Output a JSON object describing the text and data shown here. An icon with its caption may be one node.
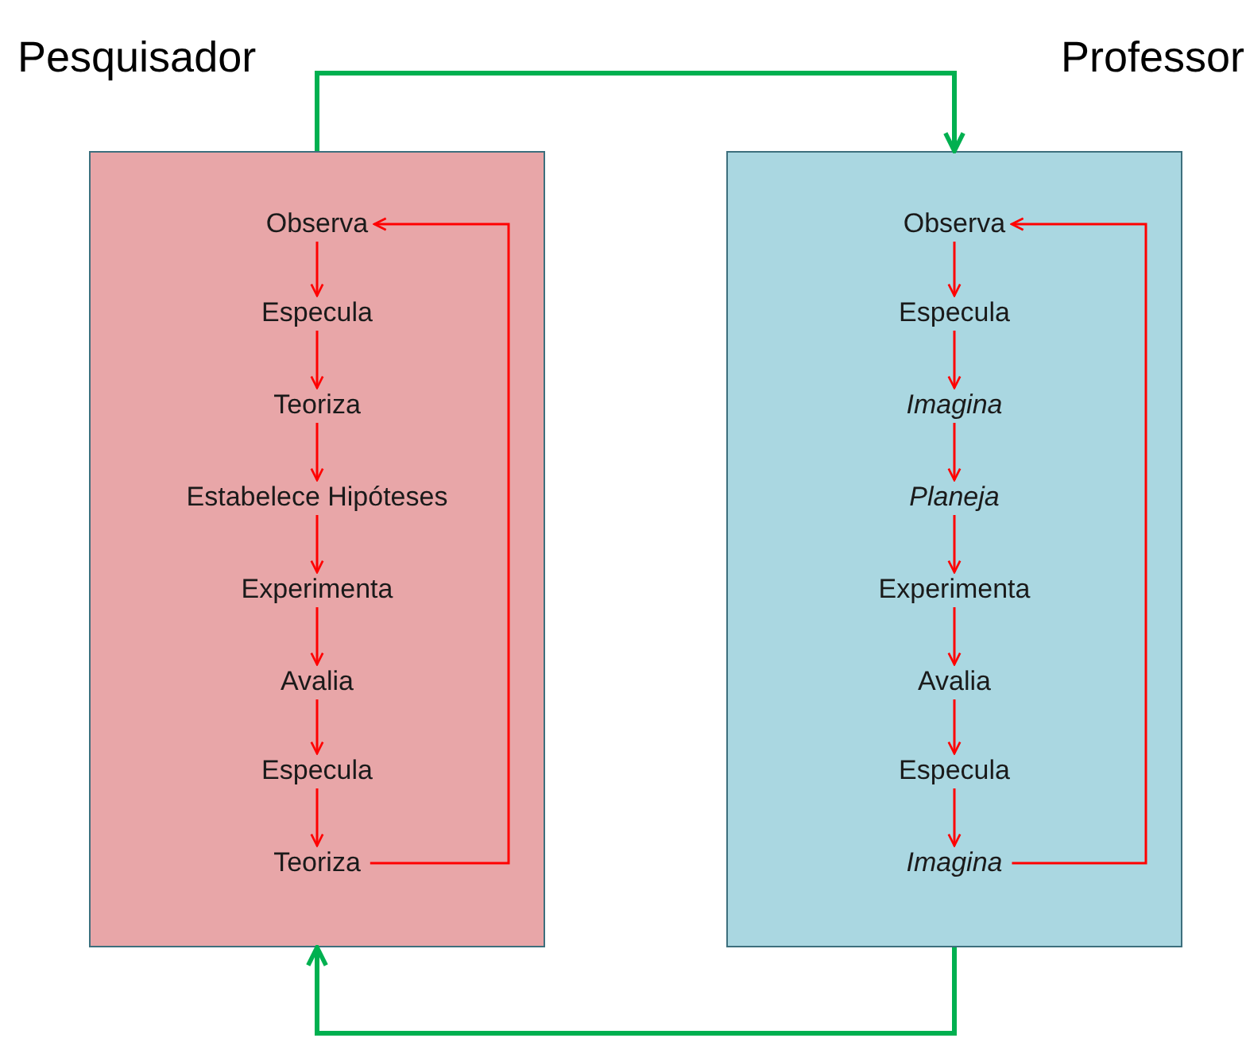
{
  "diagram": {
    "nodes": [
      {
        "text": [
          "Pesquisador"
        ]
      },
      {
        "text": [
          "Observa"
        ],
        "in": 0
      },
      {
        "text": [
          "Especula"
        ],
        "in": 0
      },
      {
        "text": [
          "Teoriza"
        ],
        "in": 0
      },
      {
        "text": [
          "Estabelece Hipóteses"
        ],
        "in": 0
      },
      {
        "text": [
          "Experimenta"
        ],
        "in": 0
      },
      {
        "text": [
          "Avalia"
        ],
        "in": 0
      },
      {
        "text": [
          "Especula"
        ],
        "in": 0
      },
      {
        "text": [
          "Teoriza"
        ],
        "in": 0
      },
      {
        "text": [
          "Professor"
        ]
      },
      {
        "text": [
          "Observa"
        ],
        "in": 9
      },
      {
        "text": [
          "Especula"
        ],
        "in": 9
      },
      {
        "text": [
          "*Imagina*"
        ],
        "in": 9
      },
      {
        "text": [
          "*Planeja*"
        ],
        "in": 9
      },
      {
        "text": [
          "Experimenta"
        ],
        "in": 9
      },
      {
        "text": [
          "Avalia"
        ],
        "in": 9
      },
      {
        "text": [
          "Especula"
        ],
        "in": 9
      },
      {
        "text": [
          "*Imagina*"
        ],
        "in": 9
      }
    ],
    "edges": [
      {
        "from": 0,
        "to": 9,
        "arrow": "to",
        "style": "thick",
        "color": "#00b050"
      },
      {
        "from": 9,
        "to": 0,
        "arrow": "to",
        "style": "thick",
        "color": "#00b050"
      },
      {
        "from": 1,
        "to": 2,
        "arrow": "to"
      },
      {
        "from": 2,
        "to": 3,
        "arrow": "to"
      },
      {
        "from": 3,
        "to": 4,
        "arrow": "to"
      },
      {
        "from": 4,
        "to": 5,
        "arrow": "to"
      },
      {
        "from": 5,
        "to": 6,
        "arrow": "to"
      },
      {
        "from": 6,
        "to": 7,
        "arrow": "to"
      },
      {
        "from": 7,
        "to": 8,
        "arrow": "to"
      },
      {
        "from": 8,
        "to": 1,
        "arrow": "to"
      },
      {
        "from": 10,
        "to": 11,
        "arrow": "to"
      },
      {
        "from": 11,
        "to": 12,
        "arrow": "to"
      },
      {
        "from": 12,
        "to": 13,
        "arrow": "to"
      },
      {
        "from": 13,
        "to": 14,
        "arrow": "to"
      },
      {
        "from": 14,
        "to": 15,
        "arrow": "to"
      },
      {
        "from": 15,
        "to": 16,
        "arrow": "to"
      },
      {
        "from": 16,
        "to": 17,
        "arrow": "to"
      },
      {
        "from": 17,
        "to": 10,
        "arrow": "to"
      }
    ]
  }
}
